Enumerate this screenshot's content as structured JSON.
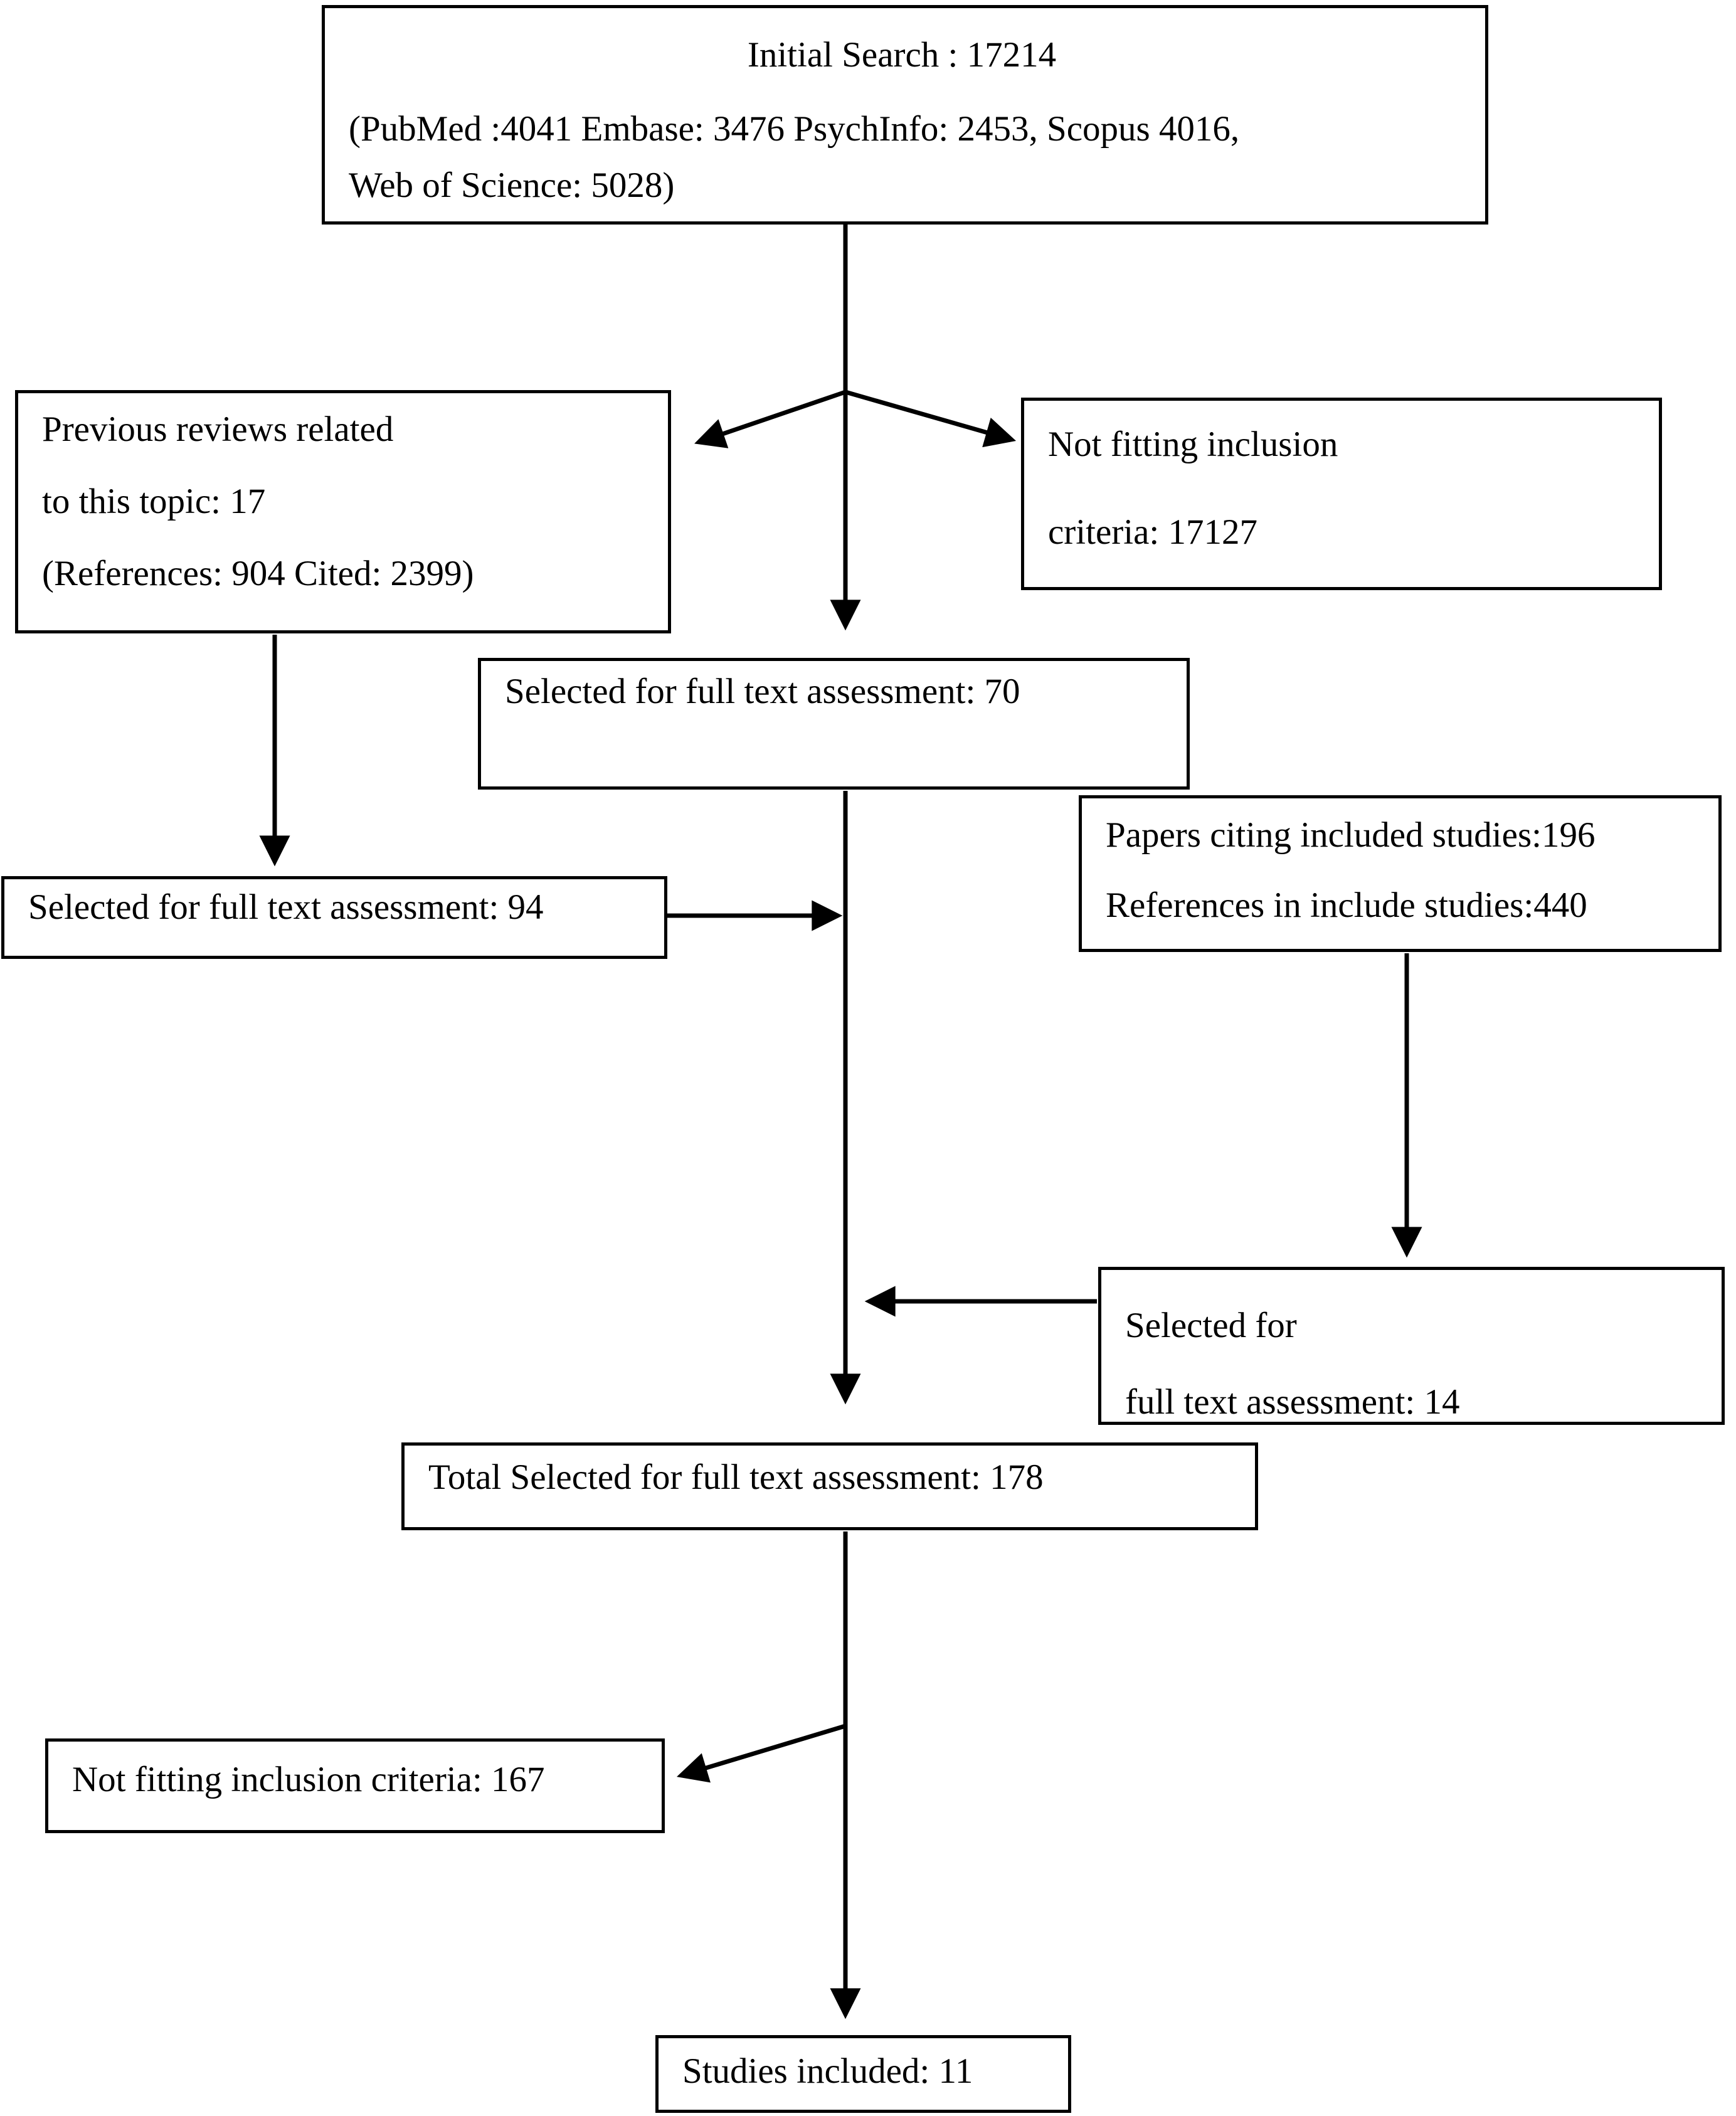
{
  "figure": {
    "background_color": "#ffffff",
    "stroke_color": "#000000",
    "type": "prisma-study-selection-flowchart"
  },
  "boxes": {
    "initial_search": {
      "title": "Initial Search : 17214",
      "detail_line1": "(PubMed :4041 Embase: 3476 PsychInfo: 2453, Scopus 4016,",
      "detail_line2": "Web of Science: 5028)"
    },
    "previous_reviews": {
      "line1": "Previous reviews related",
      "line2": "to this topic: 17",
      "line3": "(References: 904 Cited: 2399)"
    },
    "not_fitting_initial": {
      "line1": "Not fitting inclusion",
      "line2": "criteria: 17127"
    },
    "selected_fulltext_70": {
      "text": "Selected for full text assessment: 70"
    },
    "citing_and_references": {
      "line1": "Papers citing included studies:196",
      "line2": "References in include studies:440"
    },
    "selected_fulltext_94": {
      "text": "Selected for full text assessment: 94"
    },
    "selected_fulltext_14": {
      "line1": "Selected for",
      "line2": "full text assessment: 14"
    },
    "total_fulltext": {
      "text": "Total Selected for full text assessment: 178"
    },
    "not_fitting_fulltext": {
      "text": "Not fitting inclusion criteria: 167"
    },
    "studies_included": {
      "text": "Studies included: 11"
    }
  }
}
